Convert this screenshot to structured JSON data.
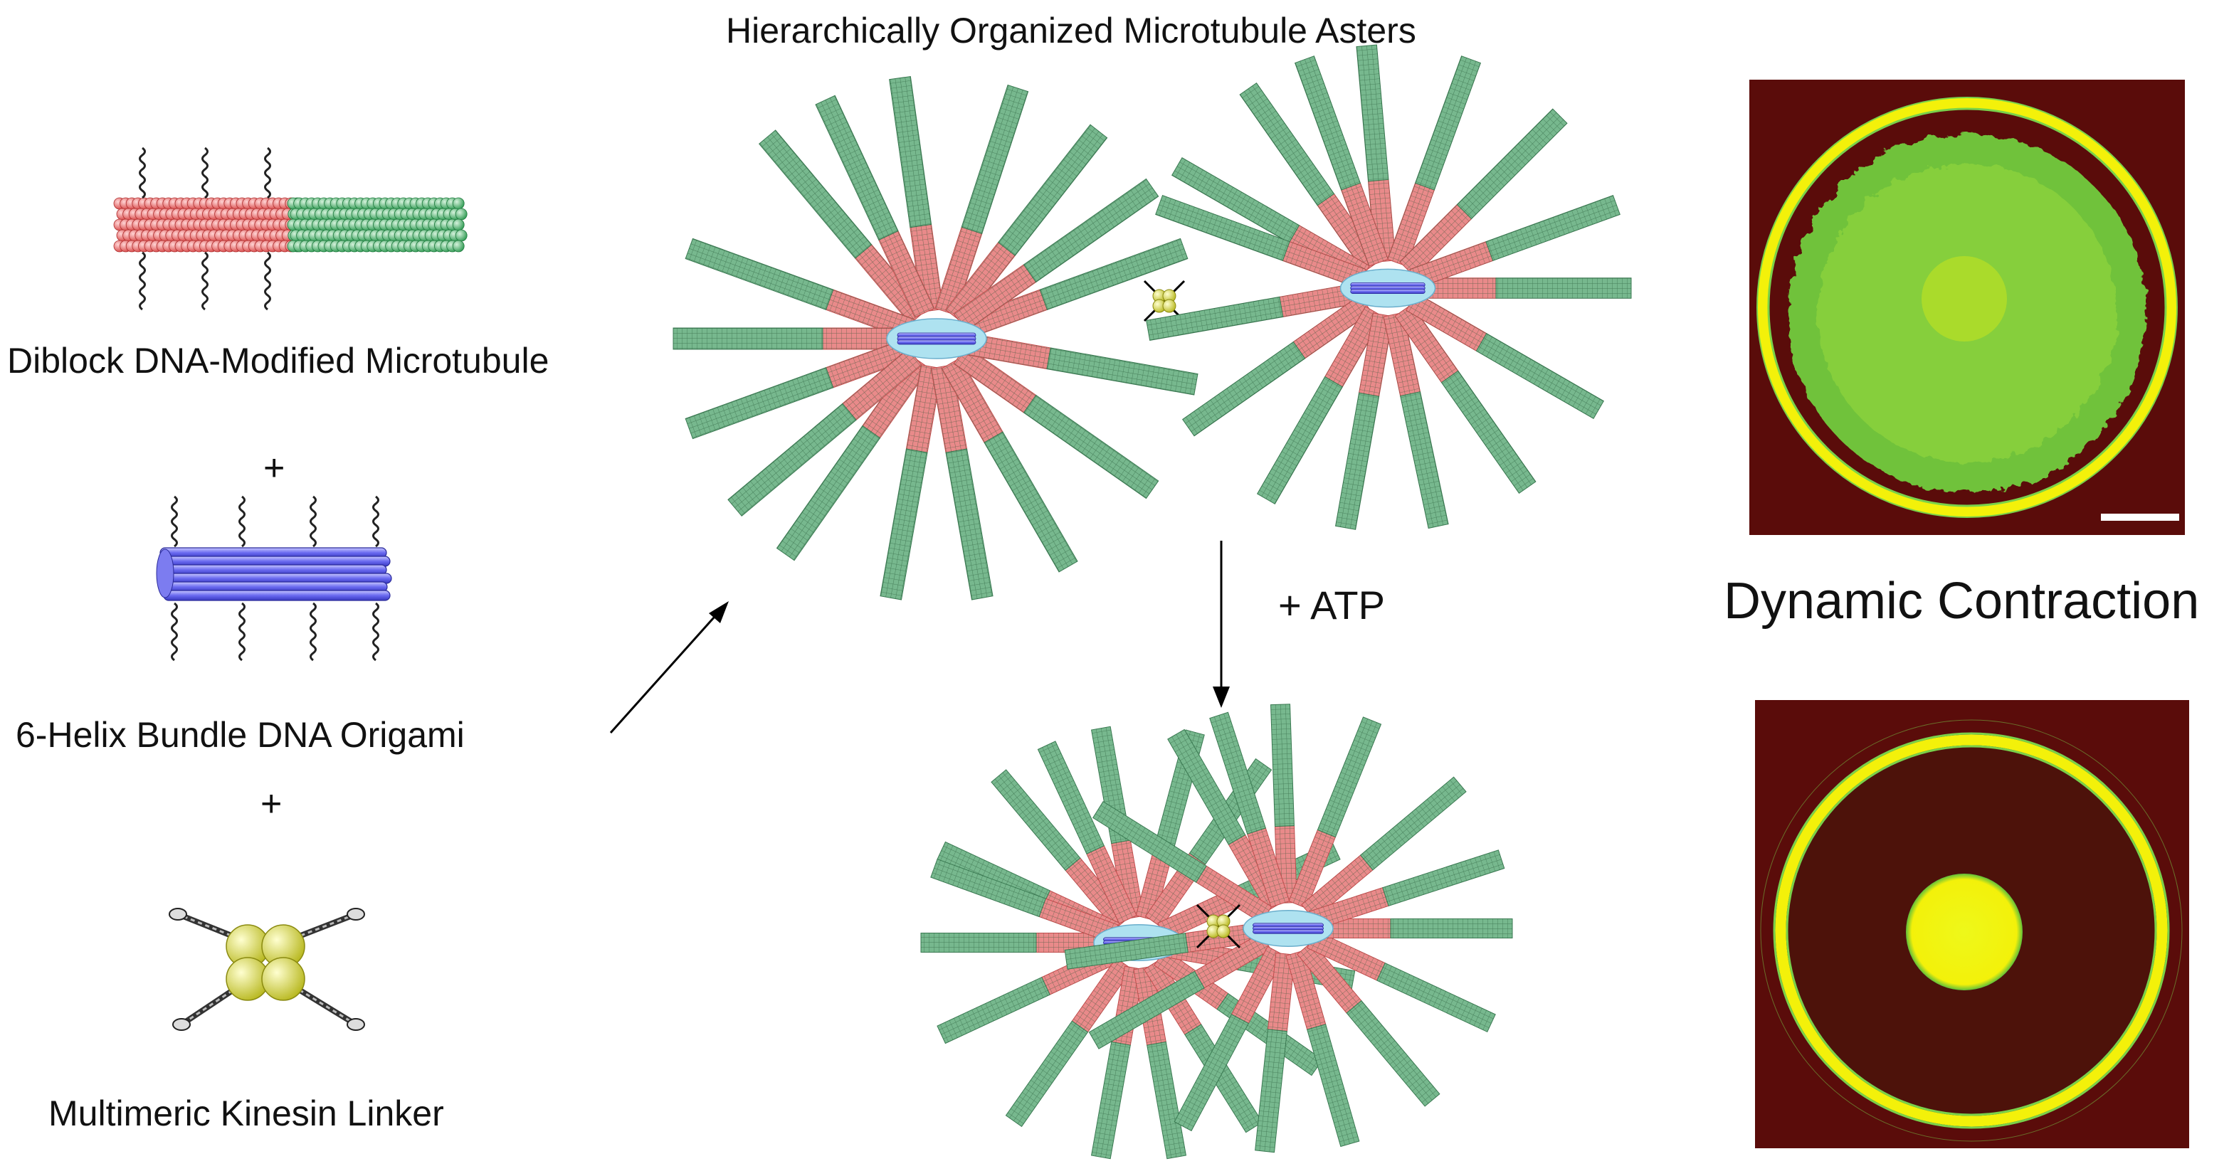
{
  "title": "Hierarchically Organized Microtubule Asters",
  "components": {
    "microtubule_label": "Diblock DNA-Modified Microtubule",
    "plus_1": "+",
    "origami_label": "6-Helix Bundle DNA Origami",
    "plus_2": "+",
    "linker_label": "Multimeric Kinesin Linker"
  },
  "process": {
    "reagent_label": "+ ATP"
  },
  "micrographs": {
    "caption": "Dynamic Contraction"
  },
  "colors": {
    "microtubule_red": "#e98a8a",
    "microtubule_green": "#77b88e",
    "origami_blue": "#5b5be8",
    "core_cyan": "#aee2f0",
    "linker_yellow": "#dede4a",
    "micrograph_bg": "#5a0c0a",
    "fluor_yellow": "#f3f10a",
    "fluor_green": "#79d24a"
  }
}
